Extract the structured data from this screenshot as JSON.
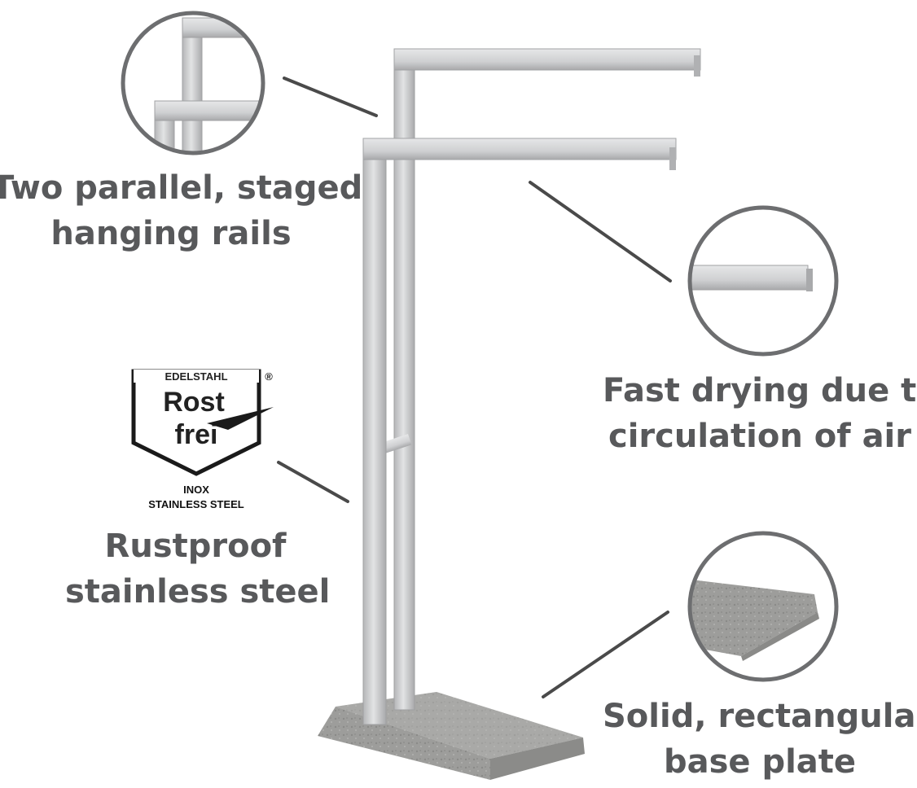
{
  "features": {
    "rails": {
      "line1": "Two parallel, staged",
      "line2": "hanging rails"
    },
    "drying": {
      "line1": "Fast drying due to",
      "line2": "circulation of air"
    },
    "steel": {
      "line1": "Rustproof",
      "line2": "stainless steel"
    },
    "base": {
      "line1": "Solid, rectangular",
      "line2": "base plate"
    }
  },
  "logo": {
    "top": "EDELSTAHL",
    "registered": "®",
    "word1": "Rost",
    "word2": "frei",
    "sub1": "INOX",
    "sub2": "STAINLESS STEEL"
  },
  "colors": {
    "text": "#58595b",
    "steel": "#c9cacb",
    "stone": "#9a9a98",
    "callout_line": "#4a4a4a"
  }
}
